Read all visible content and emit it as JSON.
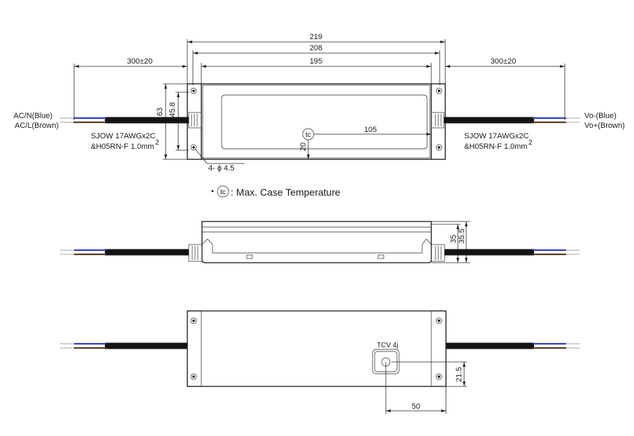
{
  "top_view": {
    "dim_overall": "219",
    "dim_mid": "208",
    "dim_inner": "195",
    "dim_left_lead": "300±20",
    "dim_right_lead": "300±20",
    "dim_height_outer": "63",
    "dim_height_inner": "45.8",
    "dim_tc_x": "105",
    "dim_tc_y": "20",
    "hole_label": "4- ϕ 4.5",
    "tc_symbol": "tc",
    "left_wire_1": "AC/N(Blue)",
    "left_wire_2": "AC/L(Brown)",
    "left_cable_1": "SJOW 17AWGx2C",
    "left_cable_2": "&H05RN-F 1.0mm",
    "left_cable_sup": "2",
    "right_wire_1": "Vo-(Blue)",
    "right_wire_2": "Vo+(Brown)",
    "right_cable_1": "SJOW 17AWGx2C",
    "right_cable_2": "&H05RN-F 1.0mm",
    "right_cable_sup": "2"
  },
  "legend": {
    "bullet": "•",
    "symbol": "tc",
    "text": ": Max. Case Temperature"
  },
  "side_view": {
    "dim_height_outer": "35.5",
    "dim_height_inner": "35"
  },
  "bottom_view": {
    "dim_x": "50",
    "dim_y": "21.5",
    "label_text": "TCV 4j"
  },
  "colors": {
    "line": "#111111",
    "cable": "#141414",
    "wire_blue": "#2d3fc4",
    "wire_brown": "#5a3a1e"
  }
}
